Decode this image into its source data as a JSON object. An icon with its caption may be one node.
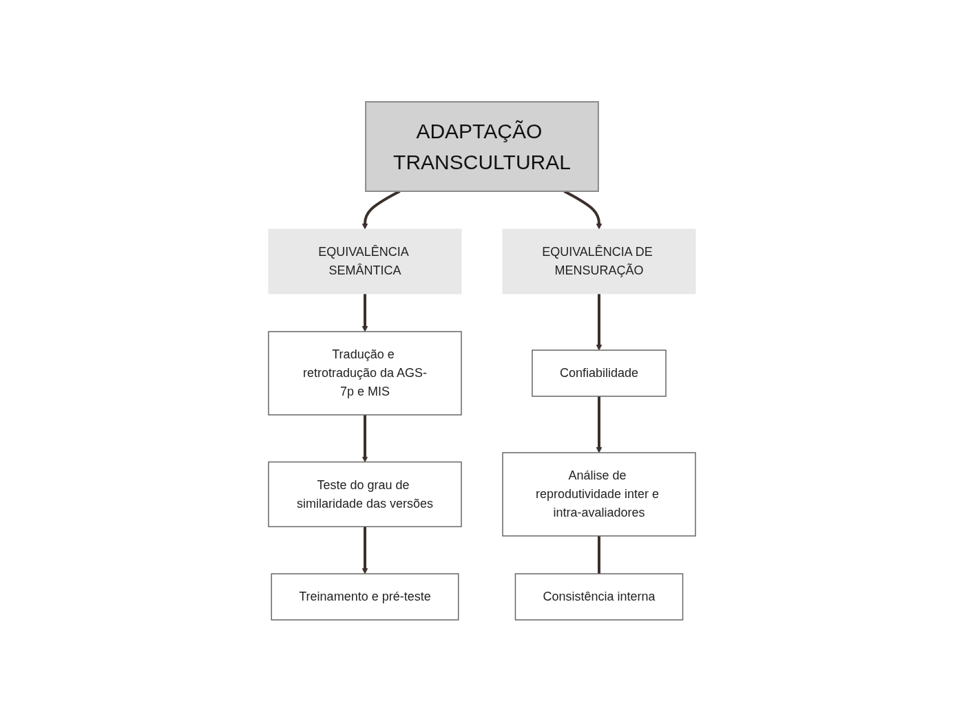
{
  "diagram": {
    "nodes": [
      {
        "text": [
          "ADAPTAÇÃO TRANSCULTURAL"
        ]
      },
      {
        "text": [
          "EQUIVALÊNCIA SEMÂNTICA"
        ]
      },
      {
        "text": [
          "Tradução e retrotradução da AGS-7p e MIS"
        ]
      },
      {
        "text": [
          "Teste do grau de similaridade das versões"
        ]
      },
      {
        "text": [
          "Treinamento e pré-teste"
        ]
      },
      {
        "text": [
          "EQUIVALÊNCIA DE MENSURAÇÃO"
        ]
      },
      {
        "text": [
          "Confiabilidade"
        ]
      },
      {
        "text": [
          "Análise de reprodutividade inter e intra-avaliadores"
        ]
      },
      {
        "text": [
          "Consistência interna"
        ]
      }
    ],
    "edges": [
      {
        "from": 0,
        "to": 1,
        "arrow": "to"
      },
      {
        "from": 0,
        "to": 5,
        "arrow": "to"
      },
      {
        "from": 1,
        "to": 2,
        "arrow": "to"
      },
      {
        "from": 2,
        "to": 3,
        "arrow": "to"
      },
      {
        "from": 3,
        "to": 4,
        "arrow": "to"
      },
      {
        "from": 5,
        "to": 6,
        "arrow": "to"
      },
      {
        "from": 6,
        "to": 7,
        "arrow": "to"
      },
      {
        "from": 7,
        "to": 8,
        "arrow": "none"
      }
    ]
  }
}
